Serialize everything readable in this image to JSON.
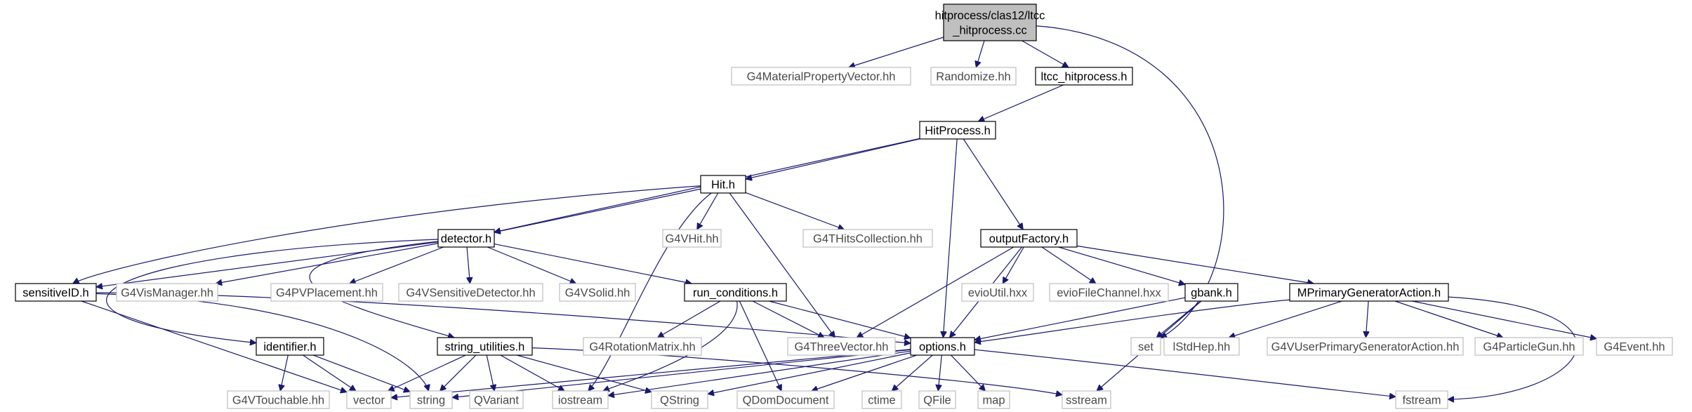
{
  "colors": {
    "edge": "#191970",
    "root_fill": "#bfbfbf",
    "root_border": "#000000",
    "internal_border": "#000000",
    "external_border": "#bfbfbf",
    "external_text": "#4a4a4a"
  },
  "nodes": [
    {
      "id": "root",
      "kind": "root",
      "lines": [
        "hitprocess/clas12/ltcc",
        "_hitprocess.cc"
      ]
    },
    {
      "id": "g4mpv",
      "kind": "external",
      "lines": [
        "G4MaterialPropertyVector.hh"
      ]
    },
    {
      "id": "randomize",
      "kind": "external",
      "lines": [
        "Randomize.hh"
      ]
    },
    {
      "id": "ltcc_h",
      "kind": "internal",
      "lines": [
        "ltcc_hitprocess.h"
      ]
    },
    {
      "id": "hitprocess_h",
      "kind": "internal",
      "lines": [
        "HitProcess.h"
      ]
    },
    {
      "id": "hit_h",
      "kind": "internal",
      "lines": [
        "Hit.h"
      ]
    },
    {
      "id": "g4vhit",
      "kind": "external",
      "lines": [
        "G4VHit.hh"
      ]
    },
    {
      "id": "g4thits",
      "kind": "external",
      "lines": [
        "G4THitsCollection.hh"
      ]
    },
    {
      "id": "outputfactory",
      "kind": "internal",
      "lines": [
        "outputFactory.h"
      ]
    },
    {
      "id": "detector",
      "kind": "internal",
      "lines": [
        "detector.h"
      ]
    },
    {
      "id": "sensitiveid",
      "kind": "internal",
      "lines": [
        "sensitiveID.h"
      ]
    },
    {
      "id": "g4vis",
      "kind": "external",
      "lines": [
        "G4VisManager.hh"
      ]
    },
    {
      "id": "g4pvp",
      "kind": "external",
      "lines": [
        "G4PVPlacement.hh"
      ]
    },
    {
      "id": "g4vsd",
      "kind": "external",
      "lines": [
        "G4VSensitiveDetector.hh"
      ]
    },
    {
      "id": "g4vsolid",
      "kind": "external",
      "lines": [
        "G4VSolid.hh"
      ]
    },
    {
      "id": "runcond",
      "kind": "internal",
      "lines": [
        "run_conditions.h"
      ]
    },
    {
      "id": "evioutil",
      "kind": "external",
      "lines": [
        "evioUtil.hxx"
      ]
    },
    {
      "id": "eviofile",
      "kind": "external",
      "lines": [
        "evioFileChannel.hxx"
      ]
    },
    {
      "id": "gbank",
      "kind": "internal",
      "lines": [
        "gbank.h"
      ]
    },
    {
      "id": "mpga",
      "kind": "internal",
      "lines": [
        "MPrimaryGeneratorAction.h"
      ]
    },
    {
      "id": "identifier",
      "kind": "internal",
      "lines": [
        "identifier.h"
      ]
    },
    {
      "id": "strutil",
      "kind": "internal",
      "lines": [
        "string_utilities.h"
      ]
    },
    {
      "id": "g4rot",
      "kind": "external",
      "lines": [
        "G4RotationMatrix.hh"
      ]
    },
    {
      "id": "g4three",
      "kind": "external",
      "lines": [
        "G4ThreeVector.hh"
      ]
    },
    {
      "id": "options",
      "kind": "internal",
      "lines": [
        "options.h"
      ]
    },
    {
      "id": "set",
      "kind": "external",
      "lines": [
        "set"
      ]
    },
    {
      "id": "istdhep",
      "kind": "external",
      "lines": [
        "lStdHep.hh"
      ]
    },
    {
      "id": "g4vupga",
      "kind": "external",
      "lines": [
        "G4VUserPrimaryGeneratorAction.hh"
      ]
    },
    {
      "id": "g4pgun",
      "kind": "external",
      "lines": [
        "G4ParticleGun.hh"
      ]
    },
    {
      "id": "g4event",
      "kind": "external",
      "lines": [
        "G4Event.hh"
      ]
    },
    {
      "id": "g4vtouch",
      "kind": "external",
      "lines": [
        "G4VTouchable.hh"
      ]
    },
    {
      "id": "vector",
      "kind": "external",
      "lines": [
        "vector"
      ]
    },
    {
      "id": "string",
      "kind": "external",
      "lines": [
        "string"
      ]
    },
    {
      "id": "qvariant",
      "kind": "external",
      "lines": [
        "QVariant"
      ]
    },
    {
      "id": "iostream",
      "kind": "external",
      "lines": [
        "iostream"
      ]
    },
    {
      "id": "qstring",
      "kind": "external",
      "lines": [
        "QString"
      ]
    },
    {
      "id": "qdom",
      "kind": "external",
      "lines": [
        "QDomDocument"
      ]
    },
    {
      "id": "ctime",
      "kind": "external",
      "lines": [
        "ctime"
      ]
    },
    {
      "id": "qfile",
      "kind": "external",
      "lines": [
        "QFile"
      ]
    },
    {
      "id": "map",
      "kind": "external",
      "lines": [
        "map"
      ]
    },
    {
      "id": "sstream",
      "kind": "external",
      "lines": [
        "sstream"
      ]
    },
    {
      "id": "fstream",
      "kind": "external",
      "lines": [
        "fstream"
      ]
    }
  ],
  "edges": [
    {
      "from": "root",
      "to": "g4mpv"
    },
    {
      "from": "root",
      "to": "randomize"
    },
    {
      "from": "root",
      "to": "ltcc_h"
    },
    {
      "from": "root",
      "to": "set"
    },
    {
      "from": "ltcc_h",
      "to": "hitprocess_h"
    },
    {
      "from": "hitprocess_h",
      "to": "hit_h"
    },
    {
      "from": "hitprocess_h",
      "to": "detector"
    },
    {
      "from": "hitprocess_h",
      "to": "outputfactory"
    },
    {
      "from": "hitprocess_h",
      "to": "options"
    },
    {
      "from": "hit_h",
      "to": "detector"
    },
    {
      "from": "hit_h",
      "to": "g4vhit"
    },
    {
      "from": "hit_h",
      "to": "g4thits"
    },
    {
      "from": "hit_h",
      "to": "g4three"
    },
    {
      "from": "hit_h",
      "to": "iostream"
    },
    {
      "from": "hit_h",
      "to": "sensitiveid"
    },
    {
      "from": "detector",
      "to": "sensitiveid"
    },
    {
      "from": "detector",
      "to": "g4vis"
    },
    {
      "from": "detector",
      "to": "g4pvp"
    },
    {
      "from": "detector",
      "to": "g4vsd"
    },
    {
      "from": "detector",
      "to": "g4vsolid"
    },
    {
      "from": "detector",
      "to": "runcond"
    },
    {
      "from": "detector",
      "to": "identifier"
    },
    {
      "from": "detector",
      "to": "strutil"
    },
    {
      "from": "sensitiveid",
      "to": "options"
    },
    {
      "from": "sensitiveid",
      "to": "vector"
    },
    {
      "from": "sensitiveid",
      "to": "string"
    },
    {
      "from": "runcond",
      "to": "g4rot"
    },
    {
      "from": "runcond",
      "to": "g4three"
    },
    {
      "from": "runcond",
      "to": "options"
    },
    {
      "from": "runcond",
      "to": "iostream"
    },
    {
      "from": "runcond",
      "to": "qdom"
    },
    {
      "from": "outputfactory",
      "to": "evioutil"
    },
    {
      "from": "outputfactory",
      "to": "eviofile"
    },
    {
      "from": "outputfactory",
      "to": "gbank"
    },
    {
      "from": "outputfactory",
      "to": "mpga"
    },
    {
      "from": "outputfactory",
      "to": "options"
    },
    {
      "from": "outputfactory",
      "to": "g4three"
    },
    {
      "from": "gbank",
      "to": "options"
    },
    {
      "from": "gbank",
      "to": "set"
    },
    {
      "from": "gbank",
      "to": "sstream"
    },
    {
      "from": "mpga",
      "to": "options"
    },
    {
      "from": "mpga",
      "to": "istdhep"
    },
    {
      "from": "mpga",
      "to": "g4vupga"
    },
    {
      "from": "mpga",
      "to": "g4pgun"
    },
    {
      "from": "mpga",
      "to": "g4event"
    },
    {
      "from": "mpga",
      "to": "fstream"
    },
    {
      "from": "identifier",
      "to": "g4vtouch"
    },
    {
      "from": "identifier",
      "to": "vector"
    },
    {
      "from": "identifier",
      "to": "string"
    },
    {
      "from": "strutil",
      "to": "vector"
    },
    {
      "from": "strutil",
      "to": "string"
    },
    {
      "from": "strutil",
      "to": "qvariant"
    },
    {
      "from": "strutil",
      "to": "iostream"
    },
    {
      "from": "strutil",
      "to": "qstring"
    },
    {
      "from": "strutil",
      "to": "sstream"
    },
    {
      "from": "options",
      "to": "vector"
    },
    {
      "from": "options",
      "to": "string"
    },
    {
      "from": "options",
      "to": "iostream"
    },
    {
      "from": "options",
      "to": "qstring"
    },
    {
      "from": "options",
      "to": "qdom"
    },
    {
      "from": "options",
      "to": "ctime"
    },
    {
      "from": "options",
      "to": "qfile"
    },
    {
      "from": "options",
      "to": "map"
    },
    {
      "from": "options",
      "to": "fstream"
    }
  ]
}
